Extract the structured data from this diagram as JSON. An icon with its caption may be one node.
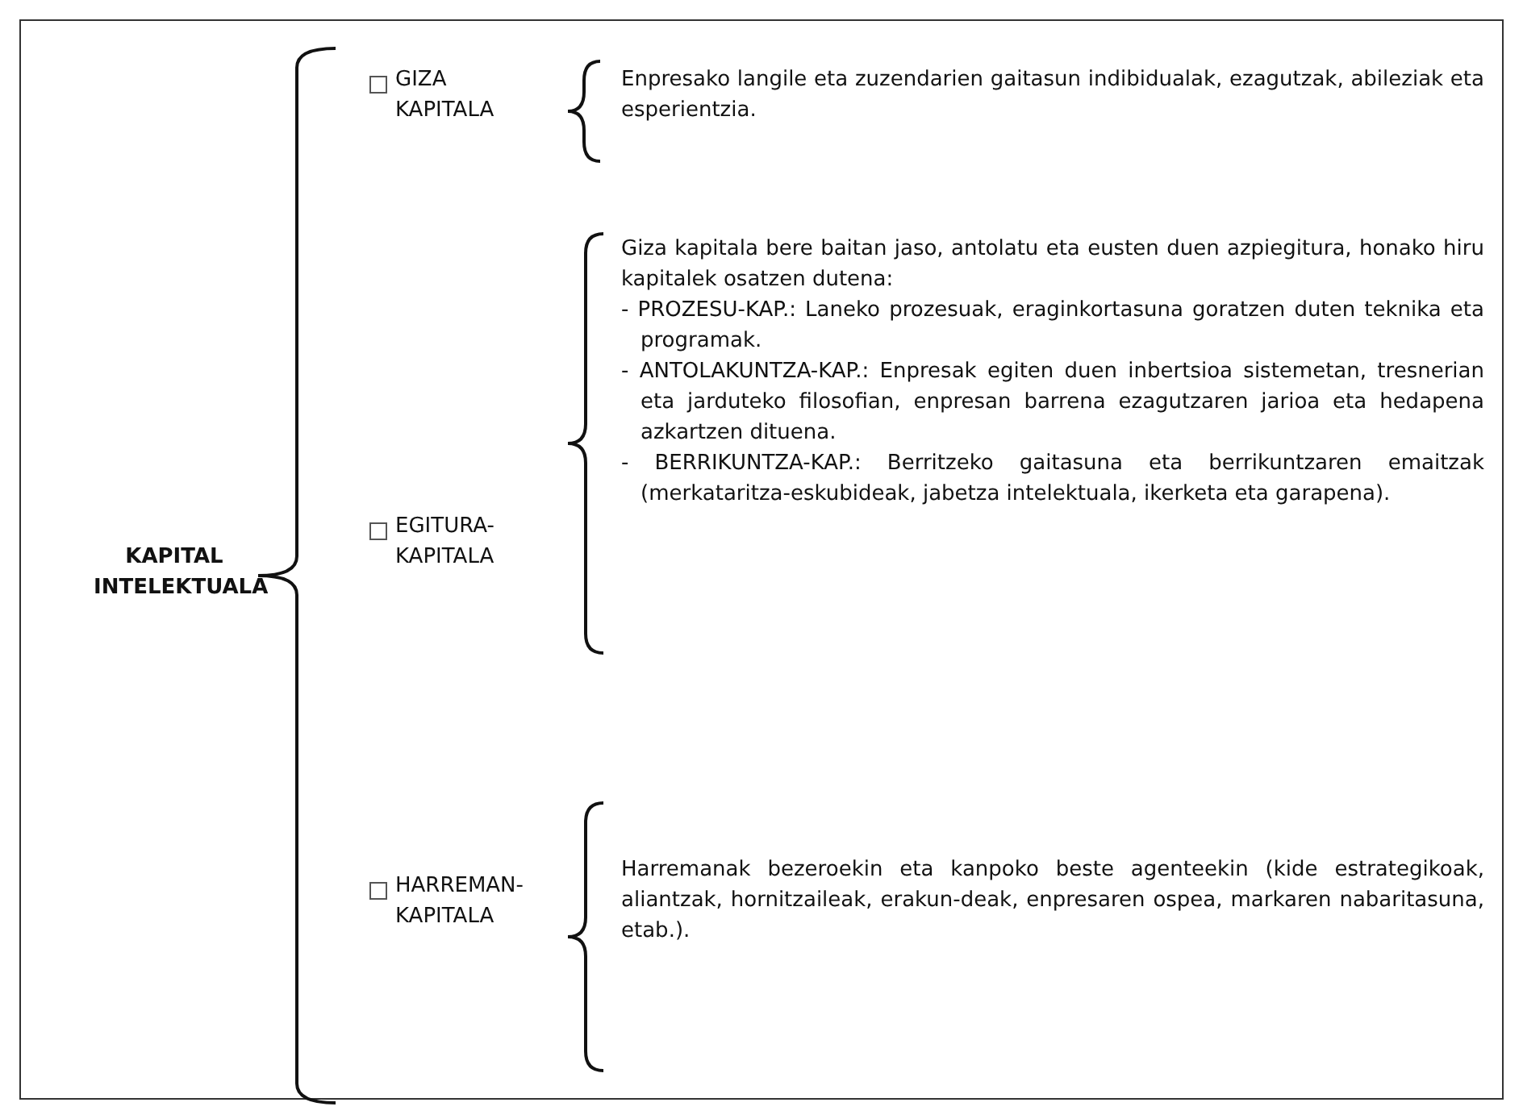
{
  "diagram": {
    "labels": [
      "KAPITAL INTELEKTUALA",
      "GIZA KAPITALA",
      "Enpresako langile eta zuzendarien gaitasun indibidualak, ezagutzak, abileziak eta esperientzia.",
      "EGITURA-KAPITALA",
      "Giza kapitala bere baitan jaso, antolatu eta eusten duen azpiegitura, honako hiru kapitalek osatzen dutena:",
      "- PROZESU-KAP.: Laneko prozesuak, eraginkortasuna goratzen duten teknika eta programak.",
      "- ANTOLAKUNTZA-KAP.: Enpresak egiten duen inbertsioa sistemetan, tresnerian eta jarduteko filosofian, enpresan barrena ezagutzaren jarioa eta hedapena azkartzen dituena.",
      "- BERRIKUNTZA-KAP.: Berritzeko gaitasuna eta berrikuntzaren emaitzak (merkataritza-eskubideak, jabetza intelektuala, ikerketa eta garapena).",
      "HARREMAN-KAPITALA",
      "Harremanak bezeroekin eta kanpoko beste agenteekin (kide estrategikoak, aliantzak, hornitzaileak, erakun-deak, enpresaren ospea, markaren nabaritasuna, etab.)."
    ]
  }
}
